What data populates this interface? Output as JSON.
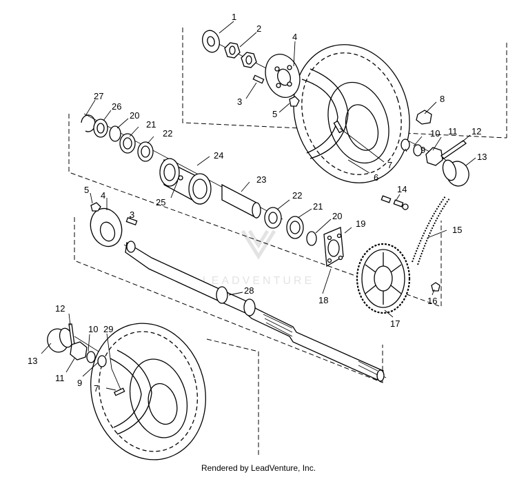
{
  "watermark": {
    "text": "LEADVENTURE"
  },
  "footer": {
    "text": "Rendered by LeadVenture, Inc."
  },
  "callouts": {
    "upper_wheel": {
      "c1": "1",
      "c2": "2",
      "c3": "3",
      "c4": "4",
      "c5": "5",
      "c6": "6",
      "c7": "7",
      "c8": "8",
      "c9": "9",
      "c10": "10",
      "c11": "11",
      "c12": "12",
      "c13": "13"
    },
    "hub": {
      "c14": "14",
      "c15": "15",
      "c16": "16",
      "c17": "17",
      "c18": "18",
      "c19": "19",
      "c20a": "20",
      "c21a": "21",
      "c22a": "22",
      "c23": "23",
      "c24": "24",
      "c25": "25",
      "c26": "26",
      "c20b": "20",
      "c21b": "21",
      "c22b": "22",
      "c27": "27"
    },
    "axle": {
      "c3": "3",
      "c4": "4",
      "c5": "5",
      "c28": "28"
    },
    "lower_wheel": {
      "c7": "7",
      "c9": "9",
      "c10": "10",
      "c11": "11",
      "c12": "12",
      "c13": "13",
      "c29": "29"
    }
  }
}
